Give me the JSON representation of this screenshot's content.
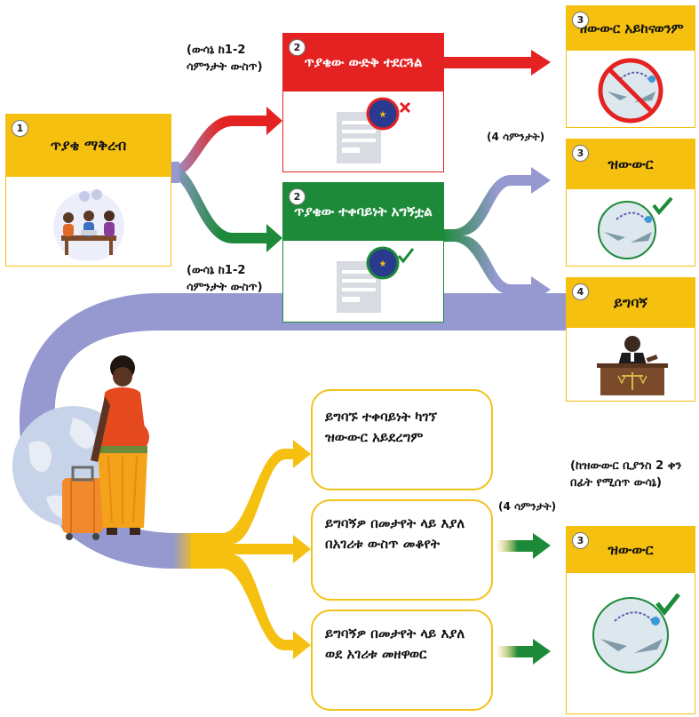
{
  "colors": {
    "yellow": "#f5c010",
    "red": "#e52222",
    "green": "#1d8a3a",
    "lavender": "#9599cf",
    "bubble_border": "#f2c21b"
  },
  "step_apply": {
    "number": "1",
    "title": "ጥያቄ ማቅረብ",
    "icon": "family-at-table-icon"
  },
  "step_rejected": {
    "number": "2",
    "title": "ጥያቄው ውድቅ ተደርጓል",
    "icon": "rejected-document-icon"
  },
  "step_approved": {
    "number": "2",
    "title": "ጥያቄው ተቀባይነት አግኝቷል",
    "icon": "approved-document-icon"
  },
  "step_no_transfer": {
    "number": "3",
    "title": "ዝውውር አይከናወንም",
    "icon": "no-transfer-icon"
  },
  "step_transfer": {
    "number": "3",
    "title": "ዝውውር",
    "icon": "plane-transfer-icon"
  },
  "step_appeal": {
    "number": "4",
    "title": "ይግባኝ",
    "icon": "judge-court-icon"
  },
  "step_transfer_final": {
    "number": "3",
    "title": "ዝውውር",
    "icon": "plane-transfer-icon"
  },
  "notes": {
    "decision_time_top": "(ውሳኔ ከ1-2 ሳምንታት ውስጥ)",
    "decision_time_bottom": "(ውሳኔ ከ1-2 ሳምንታት ውስጥ)",
    "four_weeks_top": "(4 ሳምንታት)",
    "four_weeks_bottom": "(4 ሳምንታት)",
    "before_transfer": "(ከዝውውር ቢያንስ 2 ቀን በፊት የሚሰጥ ውሳኔ)"
  },
  "appeal_outcomes": [
    "ይግባኙ ተቀባይነት ካገኘ ዝውውር አይደረግም",
    "ይግባኝዎ በመታየት ላይ እያለ በአገሪቱ ውስጥ መቆየት",
    "ይግባኝዎ በመታየት ላይ እያለ ወደ አገሪቱ መዘዋወር"
  ],
  "illustrations": [
    "globe-icon",
    "woman-with-suitcase-icon"
  ]
}
